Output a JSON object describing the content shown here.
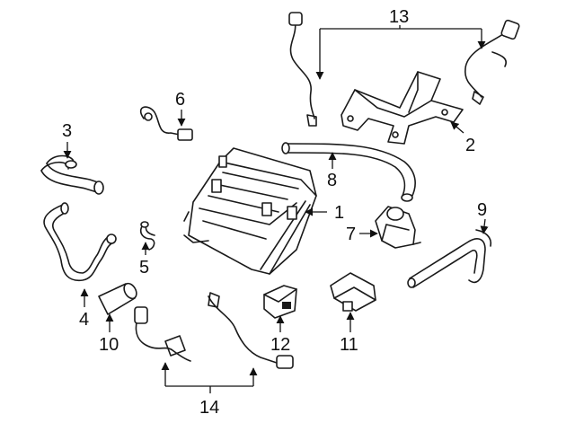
{
  "callouts": {
    "c1": "1",
    "c2": "2",
    "c3": "3",
    "c4": "4",
    "c5": "5",
    "c6": "6",
    "c7": "7",
    "c8": "8",
    "c9": "9",
    "c10": "10",
    "c11": "11",
    "c12": "12",
    "c13": "13",
    "c14": "14"
  },
  "parts": [
    {
      "callout": "1",
      "icon": "charcoal-canister"
    },
    {
      "callout": "2",
      "icon": "mounting-bracket"
    },
    {
      "callout": "3",
      "icon": "short-vapor-hose"
    },
    {
      "callout": "4",
      "icon": "long-vapor-hose"
    },
    {
      "callout": "5",
      "icon": "small-hose"
    },
    {
      "callout": "6",
      "icon": "sensor-harness"
    },
    {
      "callout": "7",
      "icon": "purge-valve"
    },
    {
      "callout": "8",
      "icon": "vent-hose"
    },
    {
      "callout": "9",
      "icon": "purge-hose"
    },
    {
      "callout": "10",
      "icon": "filter"
    },
    {
      "callout": "11",
      "icon": "pressure-sensor"
    },
    {
      "callout": "12",
      "icon": "valve-bracket"
    },
    {
      "callout": "13",
      "icon": "oxygen-sensors-upper"
    },
    {
      "callout": "14",
      "icon": "oxygen-sensors-lower"
    }
  ]
}
